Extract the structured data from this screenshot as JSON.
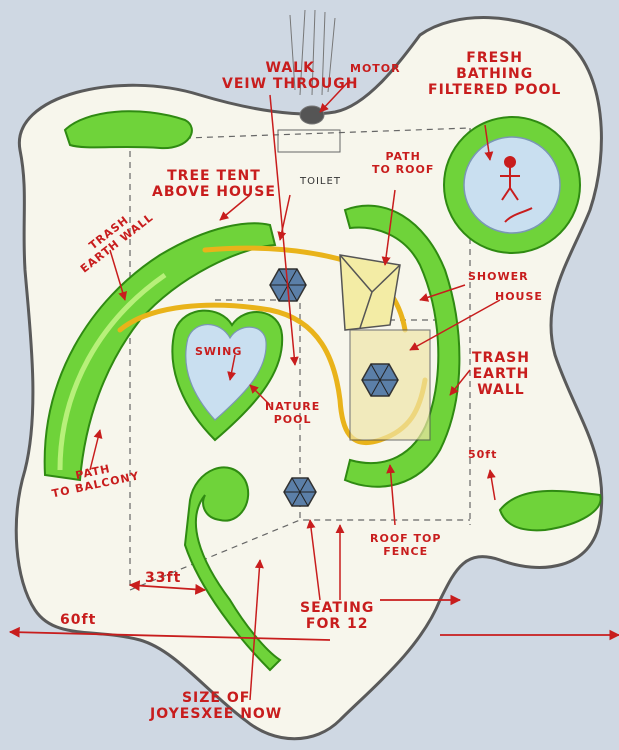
{
  "labels": {
    "walk_view": "WALK\nVEIW THROUGH",
    "motor": "MOTOR",
    "fresh_pool": "FRESH\nBATHING\nFILTERED POOL",
    "tree_tent": "TREE TENT\nABOVE HOUSE",
    "toilet": "TOILET",
    "path_roof": "PATH\nTO ROOF",
    "trash_wall_left": "TRASH\nEARTH WALL",
    "shower": "SHOWER",
    "house": "HOUSE",
    "swing": "SWING",
    "nature_pool": "NATURE\nPOOL",
    "trash_wall_right": "TRASH\nEARTH\nWALL",
    "path_balcony": "PATH\nTO BALCONY",
    "fifty_ft": "50ft",
    "rooftop_fence": "ROOF TOP\nFENCE",
    "thirty_three_ft": "33ft",
    "sixty_ft": "60ft",
    "seating": "SEATING\nFOR 12",
    "size_now": "SIZE OF\nJOYESXEE NOW"
  },
  "colors": {
    "background": "#cfd8e3",
    "island": "#f7f6ec",
    "hedge": "#4fc82a",
    "hedge_light": "#9be56b",
    "pool": "#c9dff0",
    "path": "#e9b31a",
    "label": "#c81d1d"
  }
}
